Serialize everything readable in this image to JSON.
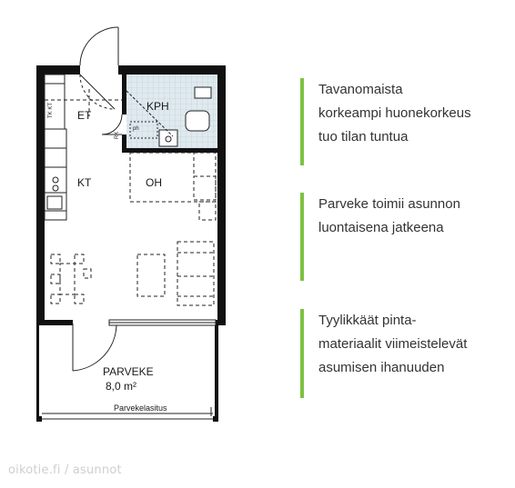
{
  "floorplan": {
    "rooms": {
      "et": "ET",
      "kph": "KPH",
      "kt": "KT",
      "oh": "OH",
      "parveke": "PARVEKE",
      "parveke_area": "8,0 m²"
    },
    "small_labels": {
      "tk_kt": "TK KT",
      "rk": "RK",
      "ph": "ph"
    },
    "parvekelasitus": "Parvekelasitus"
  },
  "callouts": [
    {
      "text": "Tavanomaista korkeampi huonekorkeus tuo tilan tuntua"
    },
    {
      "text": "Parveke toimii asunnon luontaisena jatkeena"
    },
    {
      "text": "Tyylikkäät pinta-materiaalit viimeistelevät asumisen ihanuuden"
    }
  ],
  "callout_lines": [
    [
      "Tavanomaista",
      "korkeampi huonekorkeus",
      "tuo tilan tuntua"
    ],
    [
      "Parveke toimii asunnon",
      "luontaisena jatkeena"
    ],
    [
      "Tyylikkäät pinta-",
      "materiaalit viimeistelevät",
      "asumisen ihanuuden"
    ]
  ],
  "watermark": "oikotie.fi / asunnot",
  "colors": {
    "accent": "#7dc242",
    "wall": "#111111",
    "bathroom": "#dfe9ee"
  }
}
